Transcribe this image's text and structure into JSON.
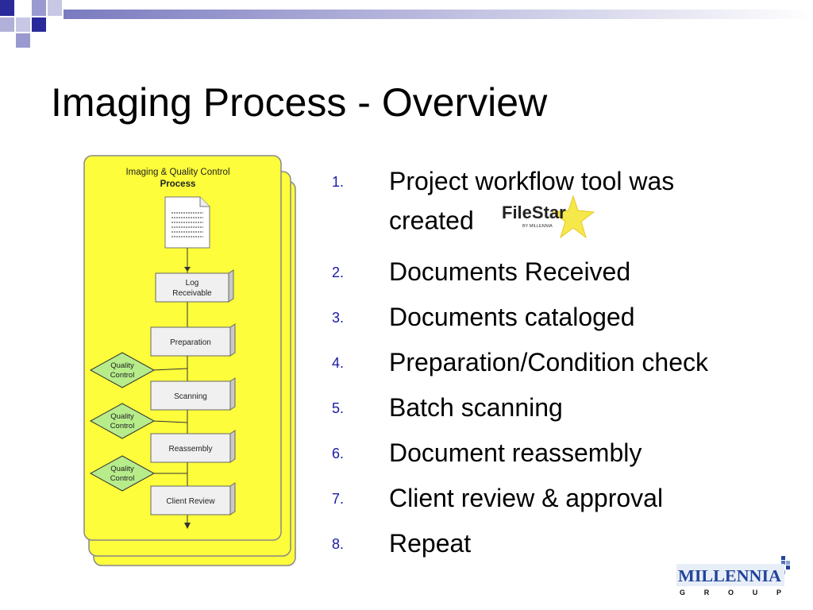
{
  "slide": {
    "title": "Imaging Process - Overview"
  },
  "diagram": {
    "title_line1": "Imaging & Quality Control",
    "title_line2": "Process",
    "steps": [
      "Log",
      "Receivable",
      "Preparation",
      "Scanning",
      "Reassembly",
      "Client Review"
    ],
    "qc_label_line1": "Quality",
    "qc_label_line2": "Control"
  },
  "steps_list": [
    {
      "number": "1.",
      "text": "Project workflow tool was",
      "text2": "created"
    },
    {
      "number": "2.",
      "text": "Documents Received"
    },
    {
      "number": "3.",
      "text": "Documents cataloged"
    },
    {
      "number": "4.",
      "text": "Preparation/Condition check"
    },
    {
      "number": "5.",
      "text": "Batch scanning"
    },
    {
      "number": "6.",
      "text": "Document reassembly"
    },
    {
      "number": "7.",
      "text": "Client review & approval"
    },
    {
      "number": "8.",
      "text": "Repeat"
    }
  ],
  "filestar_logo": {
    "name": "FileStar",
    "tagline": "BY MILLENNIA"
  },
  "company_logo": {
    "name": "MILLENNIA",
    "sub": "G R O U P"
  },
  "colors": {
    "diagram_fill": "#fdfd3c",
    "qc_diamond": "#b6ec8a",
    "list_number": "#1a1aa8",
    "corner_square": "#2a2a9a",
    "corner_bar": "#8c8cc8",
    "logo_blue": "#22449a"
  }
}
